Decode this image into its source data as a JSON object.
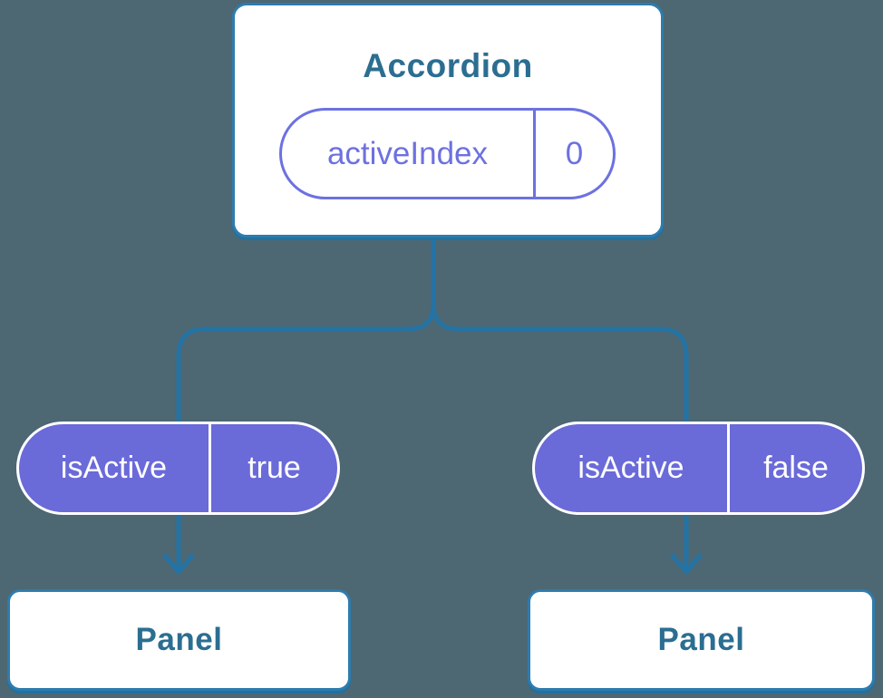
{
  "diagram": {
    "background_color": "#4D6773",
    "colors": {
      "connector": "#2473A4",
      "card_border": "#2E7CAD",
      "card_shadow": "#2171A1",
      "card_text": "#2B6E91",
      "pill_fill": "#6A6AD9",
      "pill_outline": "#6D71E0",
      "pill_text_on_fill": "#FFFFFF"
    },
    "root": {
      "title": "Accordion",
      "prop_name": "activeIndex",
      "prop_value": "0"
    },
    "children": [
      {
        "prop_name": "isActive",
        "prop_value": "true",
        "label": "Panel"
      },
      {
        "prop_name": "isActive",
        "prop_value": "false",
        "label": "Panel"
      }
    ]
  }
}
